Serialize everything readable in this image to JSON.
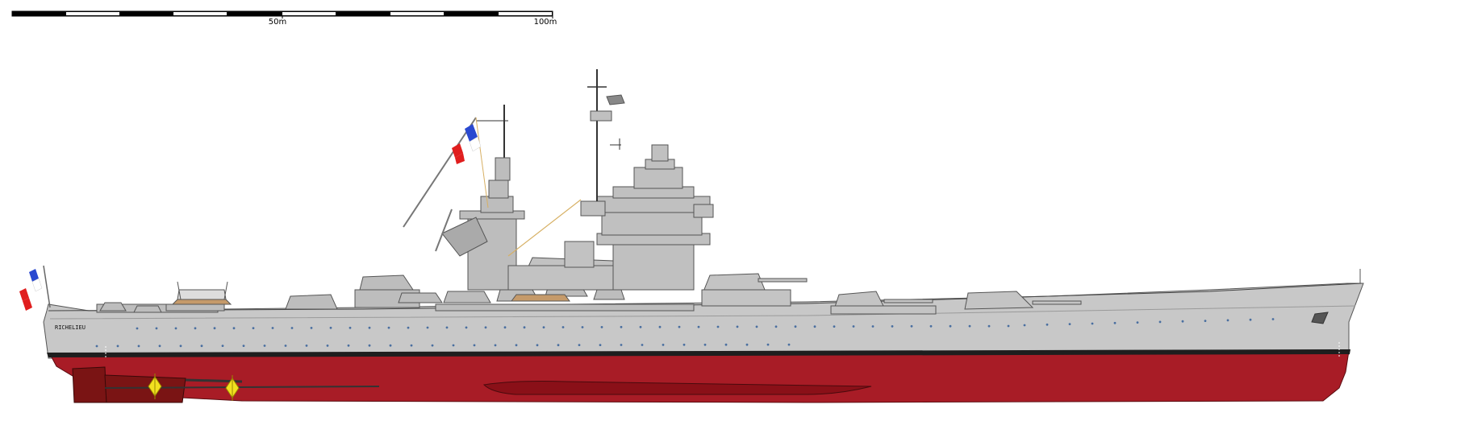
{
  "scale_bar": {
    "labels": [
      "50m",
      "100m"
    ],
    "segment_colors": [
      "#000000",
      "#ffffff"
    ]
  },
  "ship": {
    "name_on_hull": "RICHELIEU",
    "colors": {
      "hull_grey": "#c8c8c8",
      "superstructure_grey": "#bdbdbd",
      "boot_topping": "#1e1e1e",
      "antifouling_red": "#a81c26",
      "lower_hull_dark": "#7a1414",
      "propeller_yellow": "#f2e020",
      "flag_blue": "#2a49d0",
      "flag_white": "#ffffff",
      "flag_red": "#e01e1e",
      "porthole_blue": "#4a6fa0"
    }
  }
}
